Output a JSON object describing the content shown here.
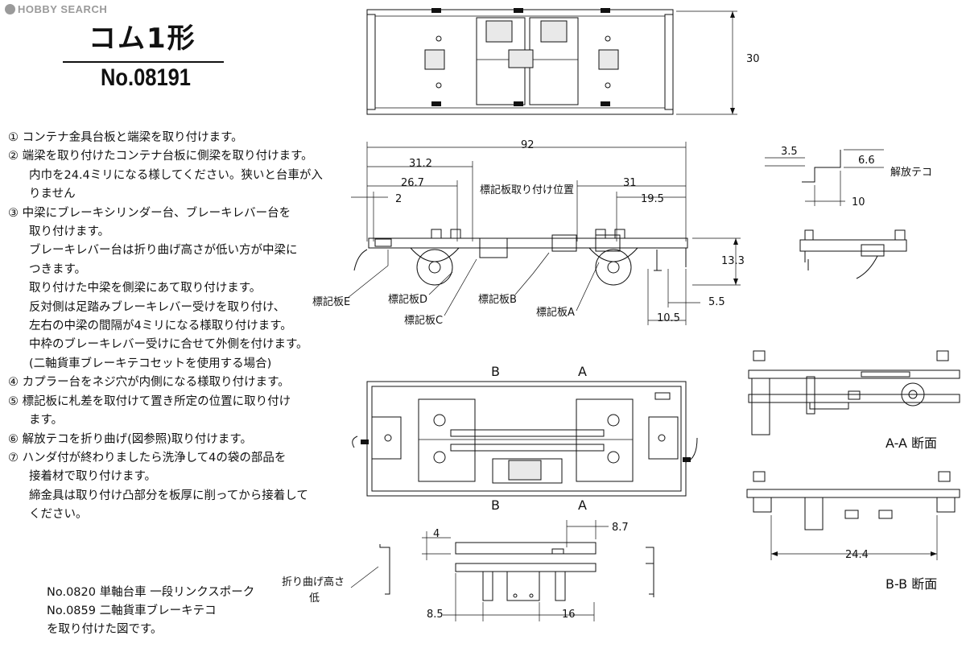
{
  "watermark": "HOBBY SEARCH",
  "title": "コム1形",
  "model_no": "No.08191",
  "instructions": [
    "① コンテナ金具台板と端梁を取り付けます。",
    "② 端梁を取り付けたコンテナ台板に側梁を取り付けます。",
    "内巾を24.4ミリになる様してください。狭いと台車が入",
    "りません",
    "③ 中梁にブレーキシリンダー台、ブレーキレバー台を",
    "取り付けます。",
    "ブレーキレバー台は折り曲げ高さが低い方が中梁に",
    "つきます。",
    "取り付けた中梁を側梁にあて取り付けます。",
    "反対側は足踏みブレーキレバー受けを取り付け、",
    "左右の中梁の間隔が4ミリになる様取り付けます。",
    "中枠のブレーキレバー受けに合せて外側を付けます。",
    "(二軸貨車ブレーキテコセットを使用する場合)",
    "④ カプラー台をネジ穴が内側になる様取り付けます。",
    "⑤ 標記板に札差を取付けて置き所定の位置に取り付け",
    "ます。",
    "⑥ 解放テコを折り曲げ(図参照)取り付けます。",
    "⑦ ハンダ付が終わりましたら洗浄して4の袋の部品を",
    "接着材で取り付けます。",
    "締金具は取り付け凸部分を板厚に削ってから接着して",
    "ください。"
  ],
  "footer": [
    "No.0820 単軸台車 一段リンクスポーク",
    "No.0859 二軸貨車ブレーキテコ",
    "を取り付けた図です。"
  ],
  "dimensions": {
    "top_height": "30",
    "overall": "92",
    "d31_2": "31.2",
    "d26_7": "26.7",
    "d2": "2",
    "d31": "31",
    "d19_5": "19.5",
    "d13_3": "13.3",
    "d5_5": "5.5",
    "d10_5": "10.5",
    "lever_3_5": "3.5",
    "lever_6_6": "6.6",
    "lever_10": "10",
    "beam_4": "4",
    "beam_8_7": "8.7",
    "beam_8_5": "8.5",
    "beam_16": "16",
    "section_24_4": "24.4"
  },
  "labels": {
    "placard_position": "標記板取り付け位置",
    "placard_e": "標記板E",
    "placard_d": "標記板D",
    "placard_c": "標記板C",
    "placard_b": "標記板B",
    "placard_a": "標記板A",
    "release_lever": "解放テコ",
    "section_b_top": "B",
    "section_a_top": "A",
    "section_b_bottom": "B",
    "section_a_bottom": "A",
    "section_aa": "A-A 断面",
    "section_bb": "B-B 断面",
    "bend_height": "折り曲げ高さ",
    "bend_low": "低"
  }
}
